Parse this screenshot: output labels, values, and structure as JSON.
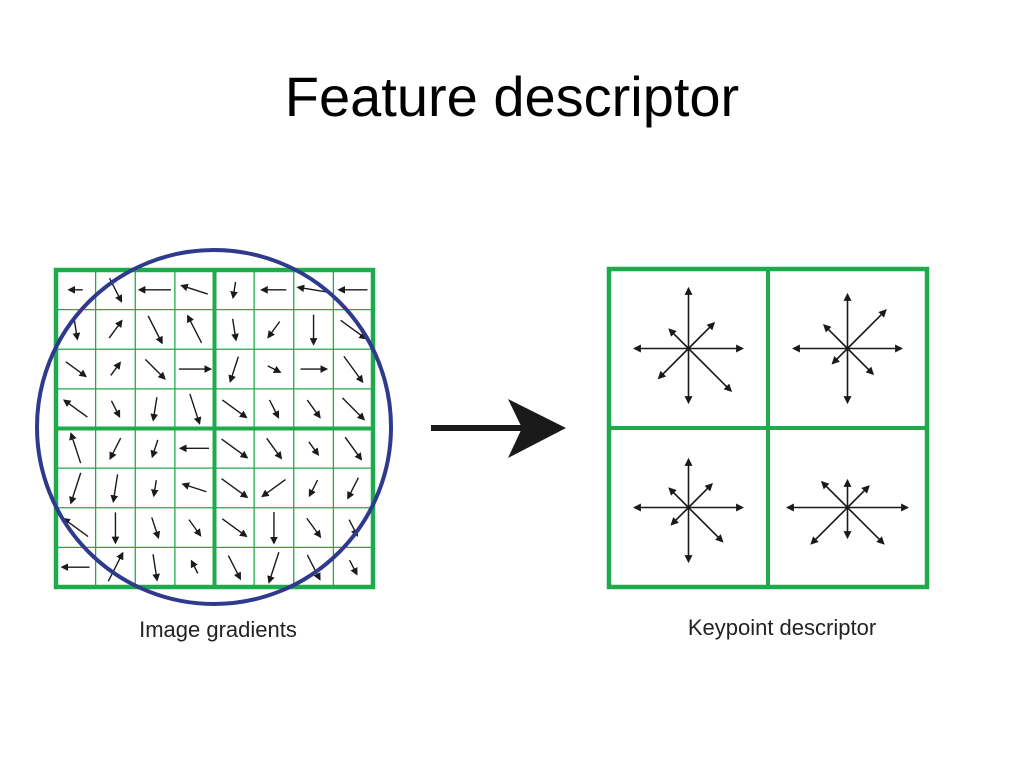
{
  "title": "Feature descriptor",
  "captions": {
    "left": "Image gradients",
    "right": "Keypoint descriptor"
  },
  "colors": {
    "grid": "#1faa4c",
    "circle": "#2e3a8c",
    "arrow": "#1a1a1a",
    "background": "#ffffff"
  },
  "gradient_grid": {
    "cells_per_side": 8,
    "subregions_per_side": 2,
    "arrows": [
      [
        -1,
        0.35,
        -1,
        -0.9,
        0.55,
        -1,
        -0.95,
        -1
      ],
      [
        0.45,
        -0.3,
        0.35,
        -0.65,
        0.45,
        0.7,
        0.5,
        0.2
      ],
      [
        0.2,
        -0.3,
        0.25,
        0,
        0.6,
        0.15,
        0,
        0.3
      ],
      [
        -0.8,
        0.35,
        0.55,
        0.4,
        0.2,
        0.35,
        0.3,
        0.25
      ],
      [
        -0.6,
        0.65,
        0.6,
        -1,
        0.2,
        0.3,
        0.3,
        0.3
      ],
      [
        0.6,
        0.55,
        0.55,
        -0.9,
        0.2,
        0.8,
        0.65,
        0.65
      ],
      [
        -0.8,
        0.5,
        0.4,
        0.3,
        0.2,
        0.5,
        0.3,
        0.35
      ],
      [
        -1,
        -0.35,
        0.45,
        -0.65,
        0.35,
        0.6,
        0.35,
        0.35
      ],
      [
        0.55,
        -0.75,
        0,
        0.55,
        0.25,
        -1,
        0.4,
        -1
      ],
      [
        0.7,
        0.25,
        -0.85,
        0.55,
        -0.3,
        -0.75,
        -0.35,
        0.2
      ],
      [
        0.6,
        0.3,
        0.6,
        0.1,
        0.05,
        0.15,
        0.1,
        0.55
      ],
      [
        -0.85,
        -0.9,
        0.55,
        -0.4,
        -0.15,
        -1,
        -0.05,
        -1
      ],
      [
        0.3,
        0.6,
        0.55,
        -0.8,
        -0.85,
        -0.85,
        -0.9,
        -0.55
      ],
      [
        -0.8,
        -0.2,
        0.1,
        0.2,
        0.25,
        0.2,
        -0.1,
        -0.35
      ],
      [
        -0.4,
        -0.6,
        -0.8,
        -0.85,
        -0.35,
        -0.7,
        -0.75,
        -0.8
      ],
      [
        0.5,
        0.5,
        0.45,
        0.2,
        0.3,
        0.25,
        0.55,
        0.4
      ]
    ]
  },
  "keypoint_descriptor": {
    "histograms": [
      [
        0.9,
        0.6,
        1.0,
        0.45,
        0.9,
        0.7,
        0.9,
        1.0
      ],
      [
        0.9,
        0.9,
        0.9,
        0.55,
        0.9,
        0.35,
        0.9,
        0.6
      ],
      [
        0.9,
        0.55,
        0.8,
        0.45,
        0.9,
        0.4,
        0.9,
        0.8
      ],
      [
        1.0,
        0.5,
        0.45,
        0.6,
        1.0,
        0.85,
        0.5,
        0.85
      ]
    ]
  }
}
